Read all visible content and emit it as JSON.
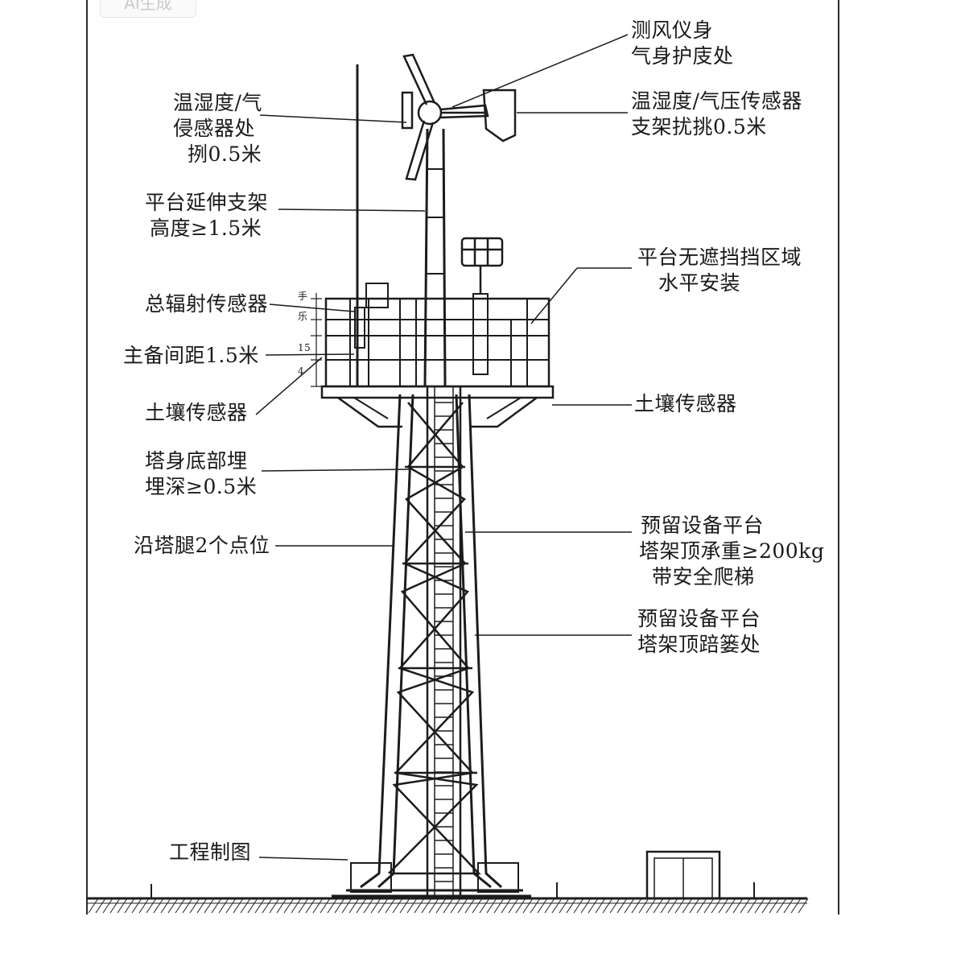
{
  "watermark": "AI生成",
  "labels": {
    "anemometer": [
      "测风仪身",
      "气身护庋处"
    ],
    "temp_left": [
      "温湿度/气",
      "侵感器处",
      "挒0.5米"
    ],
    "temp_right": [
      "温湿度/气压传感器",
      "支架扰挑0.5米"
    ],
    "platform_ext": [
      "平台延伸支架",
      "高度≥1.5米"
    ],
    "platform_clear": [
      "平台无遮挡挡区域",
      "水平安装"
    ],
    "total_radiation": [
      "总辐射传感器"
    ],
    "spacing": [
      "主备间距1.5米"
    ],
    "soil_left": [
      "土壤传感器"
    ],
    "soil_right": [
      "土壤传感器"
    ],
    "tower_base": [
      "塔身底部埋",
      "埋深≥0.5米"
    ],
    "leg_points": [
      "沿塔腿2个点位"
    ],
    "reserved_1": [
      "预留设备平台",
      "塔架顶承重≥200kg",
      "带安全爬梯"
    ],
    "reserved_2": [
      "预留设备平台",
      "塔架顶踣篓处"
    ],
    "drawing": [
      "工程制图"
    ]
  },
  "dim_marks": [
    "手",
    "乐",
    "15",
    "4"
  ]
}
